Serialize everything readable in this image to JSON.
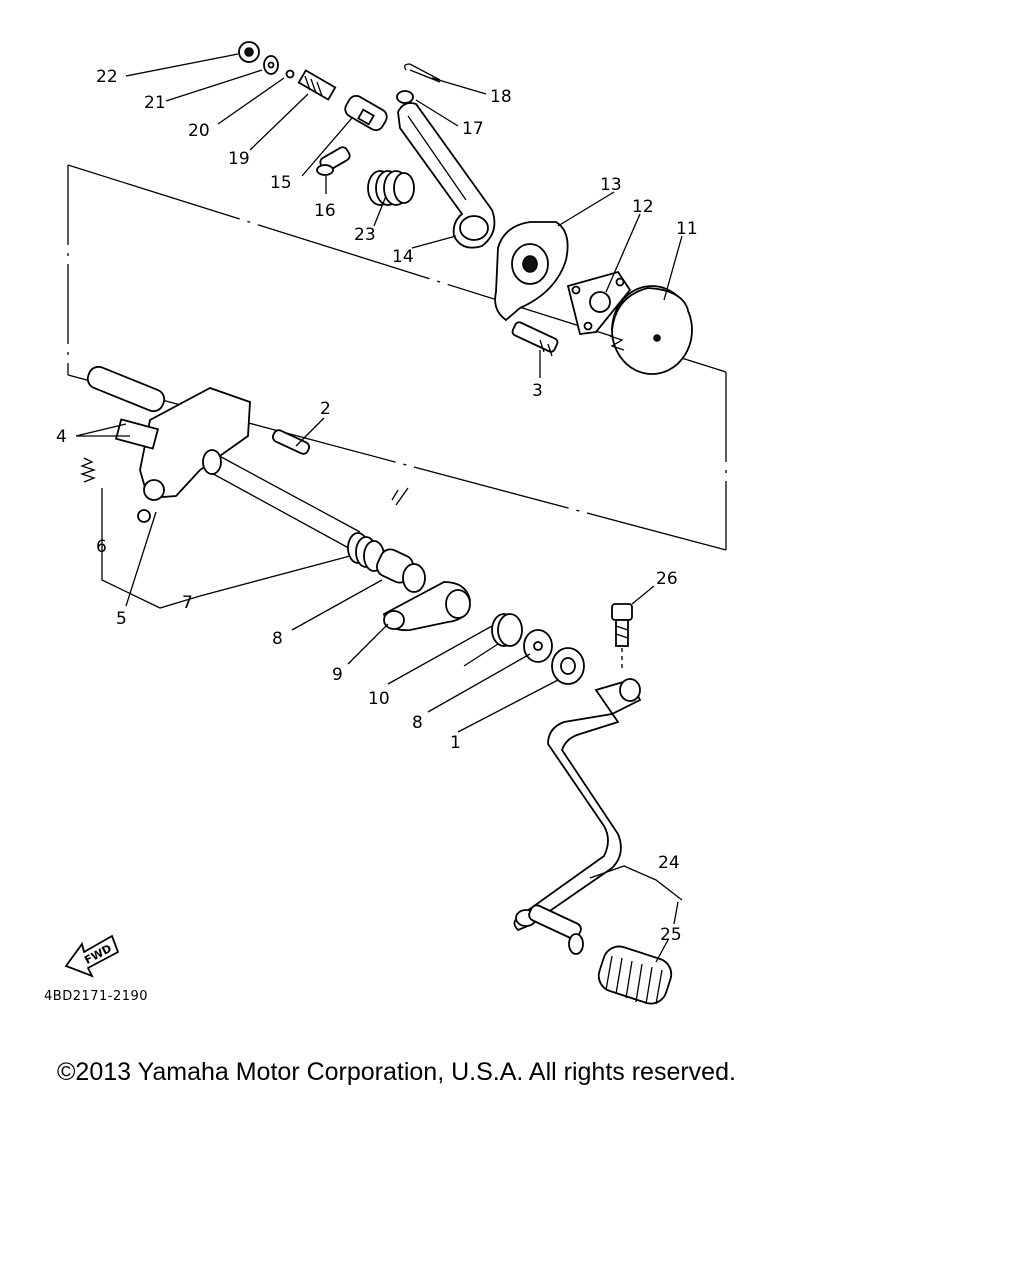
{
  "labels": {
    "p1": "1",
    "p2": "2",
    "p3": "3",
    "p4": "4",
    "p5": "5",
    "p6": "6",
    "p7": "7",
    "p8a": "8",
    "p8b": "8",
    "p9": "9",
    "p10": "10",
    "p11": "11",
    "p12": "12",
    "p13": "13",
    "p14": "14",
    "p15": "15",
    "p16": "16",
    "p17": "17",
    "p18": "18",
    "p19": "19",
    "p20": "20",
    "p21": "21",
    "p22": "22",
    "p23": "23",
    "p24": "24",
    "p25": "25",
    "p26": "26"
  },
  "fwd_label": "FWD",
  "diagram_code": "4BD2171-2190",
  "copyright": "©2013 Yamaha Motor Corporation, U.S.A. All rights reserved."
}
